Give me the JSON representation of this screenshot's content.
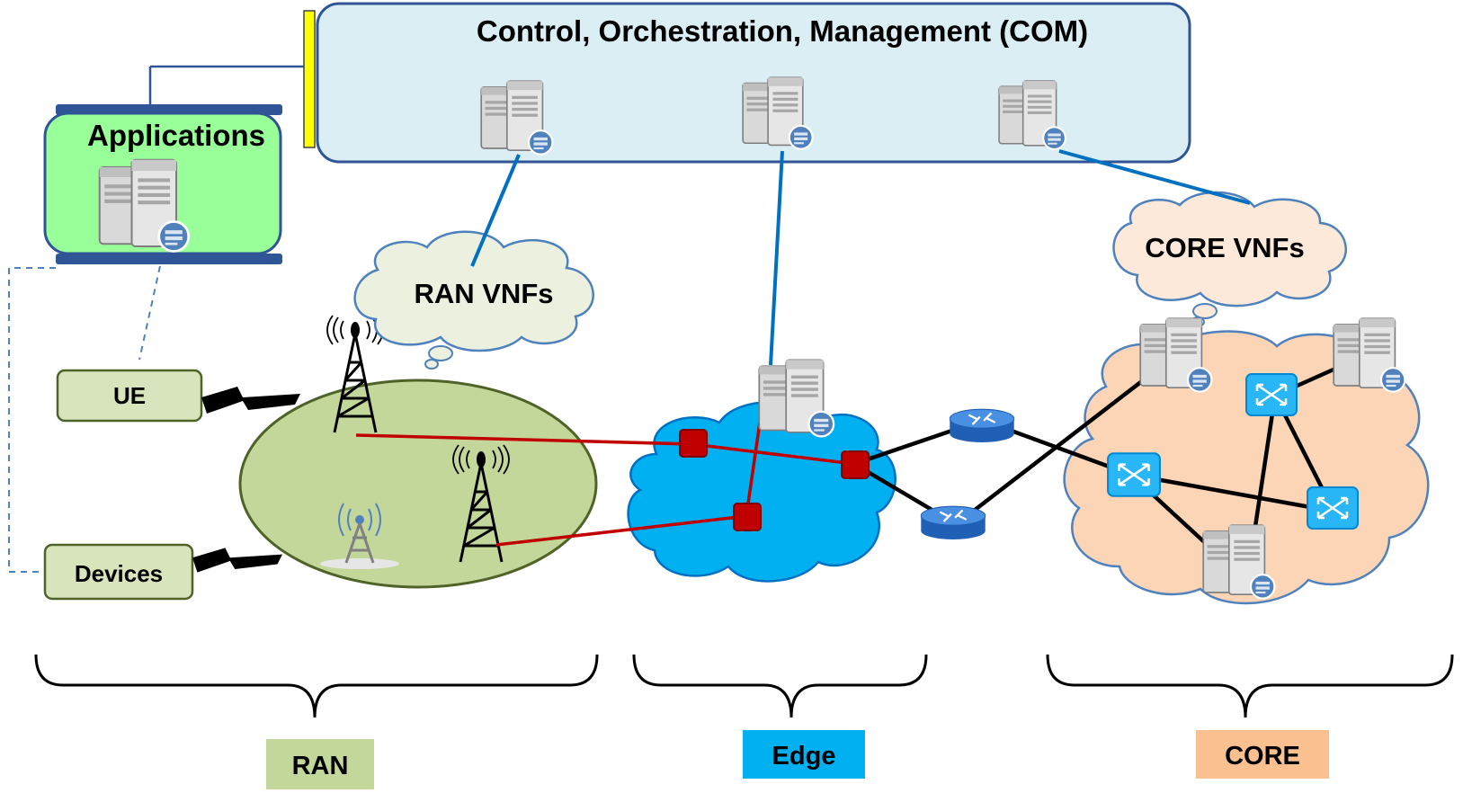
{
  "com": {
    "title": "Control, Orchestration, Management (COM)"
  },
  "applications": {
    "label": "Applications"
  },
  "devices": {
    "ue_label": "UE",
    "devices_label": "Devices"
  },
  "clouds": {
    "ran_vnfs": "RAN VNFs",
    "core_vnfs": "CORE VNFs"
  },
  "segments": {
    "ran": "RAN",
    "edge": "Edge",
    "core": "CORE"
  },
  "colors": {
    "com_fill": "#dbeef4",
    "com_border": "#2f5597",
    "apps_fill": "#99ff99",
    "ran_ellipse": "#c4d79b",
    "edge_cloud": "#00b0f0",
    "core_cloud": "#fbd5b5",
    "vnf_cloud": "#ebf1de",
    "core_vnf_cloud": "#fde9d9",
    "red_link": "#c00000",
    "blue_link": "#0070c0",
    "ran_tag": "#c4d79b",
    "edge_tag": "#00b0f0",
    "core_tag": "#fac090"
  }
}
